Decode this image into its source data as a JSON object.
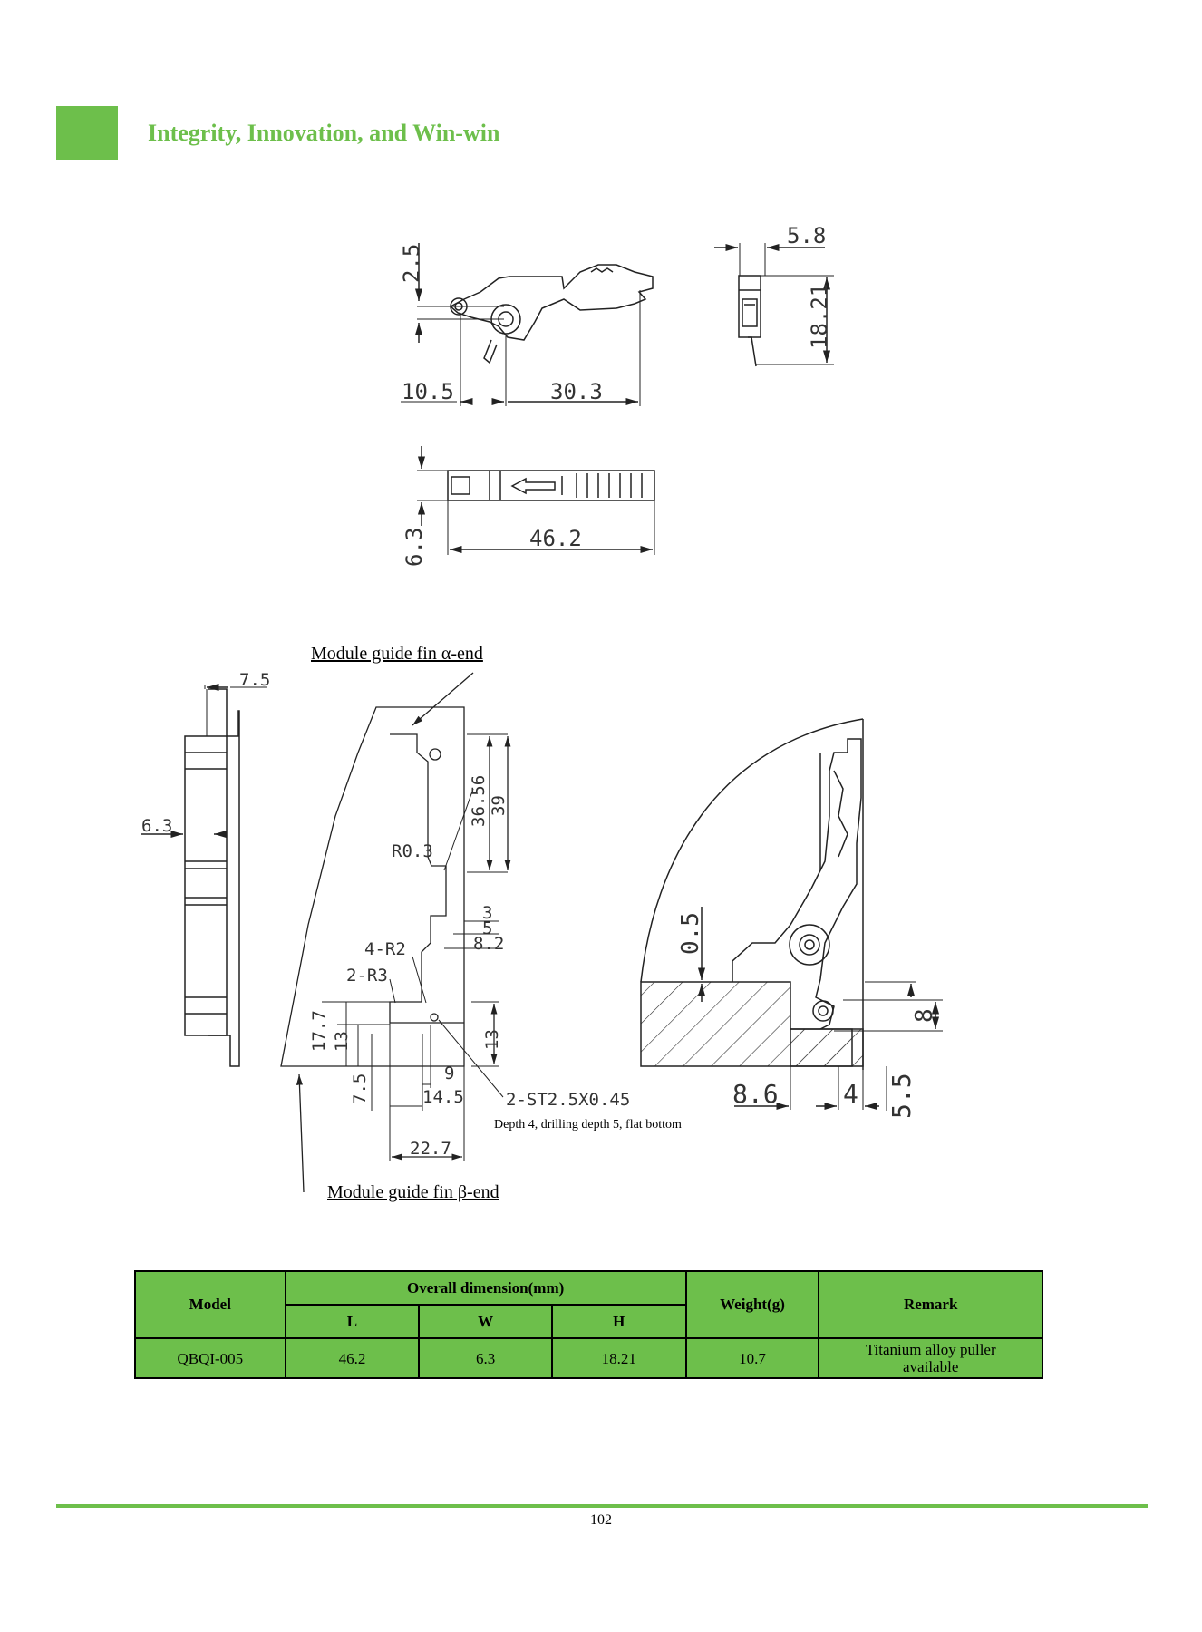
{
  "header": {
    "title": "Integrity, Innovation, and Win-win",
    "accent_color": "#6dbf4b"
  },
  "drawing": {
    "side_view_dims": {
      "d1": "2.5",
      "d2": "10.5",
      "d3": "30.3"
    },
    "end_view_dims": {
      "d1": "5.8",
      "d2": "18.21"
    },
    "top_view_dims": {
      "d1": "6.3",
      "d2": "46.2"
    },
    "install": {
      "label_alpha": "Module guide fin α-end",
      "label_beta": "Module guide fin β-end",
      "d_7_5_top": "7.5",
      "d_6_3": "6.3",
      "d_36_56": "36.56",
      "d_39": "39",
      "r_0_3": "R0.3",
      "d_3": "3",
      "d_5": "5",
      "d_8_2": "8.2",
      "r_4_r2": "4-R2",
      "r_2_r3": "2-R3",
      "d_17_7": "17.7",
      "d_13_left": "13",
      "d_13_right": "13",
      "d_9": "9",
      "d_7_5_bottom": "7.5",
      "d_14_5": "14.5",
      "d_22_7": "22.7",
      "screw": "2-ST2.5X0.45",
      "screw_note": "Depth 4, drilling depth 5, flat bottom"
    },
    "section": {
      "d_0_5": "0.5",
      "d_8": "8",
      "d_8_6": "8.6",
      "d_4": "4",
      "d_5_5": "5.5"
    }
  },
  "table": {
    "headers": {
      "model": "Model",
      "overall": "Overall dimension(mm)",
      "l": "L",
      "w": "W",
      "h": "H",
      "weight": "Weight(g)",
      "remark": "Remark"
    },
    "rows": [
      {
        "model": "QBQI-005",
        "l": "46.2",
        "w": "6.3",
        "h": "18.21",
        "weight": "10.7",
        "remark": "Titanium alloy puller available"
      }
    ]
  },
  "footer": {
    "page_number": "102"
  }
}
